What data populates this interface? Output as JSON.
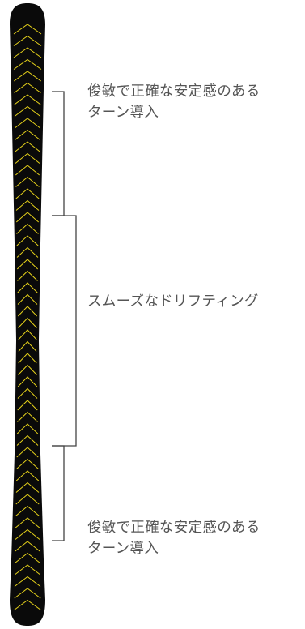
{
  "colors": {
    "ski_base": "#0a0a0a",
    "chevron": "#e6d21a",
    "bracket": "#444444",
    "text": "#555555"
  },
  "sections": [
    {
      "lines": [
        "俊敏で正確な安定感のある",
        "ターン導入"
      ]
    },
    {
      "lines": [
        "スムーズなドリフティング"
      ]
    },
    {
      "lines": [
        "俊敏で正確な安定感のある",
        "ターン導入"
      ]
    }
  ]
}
